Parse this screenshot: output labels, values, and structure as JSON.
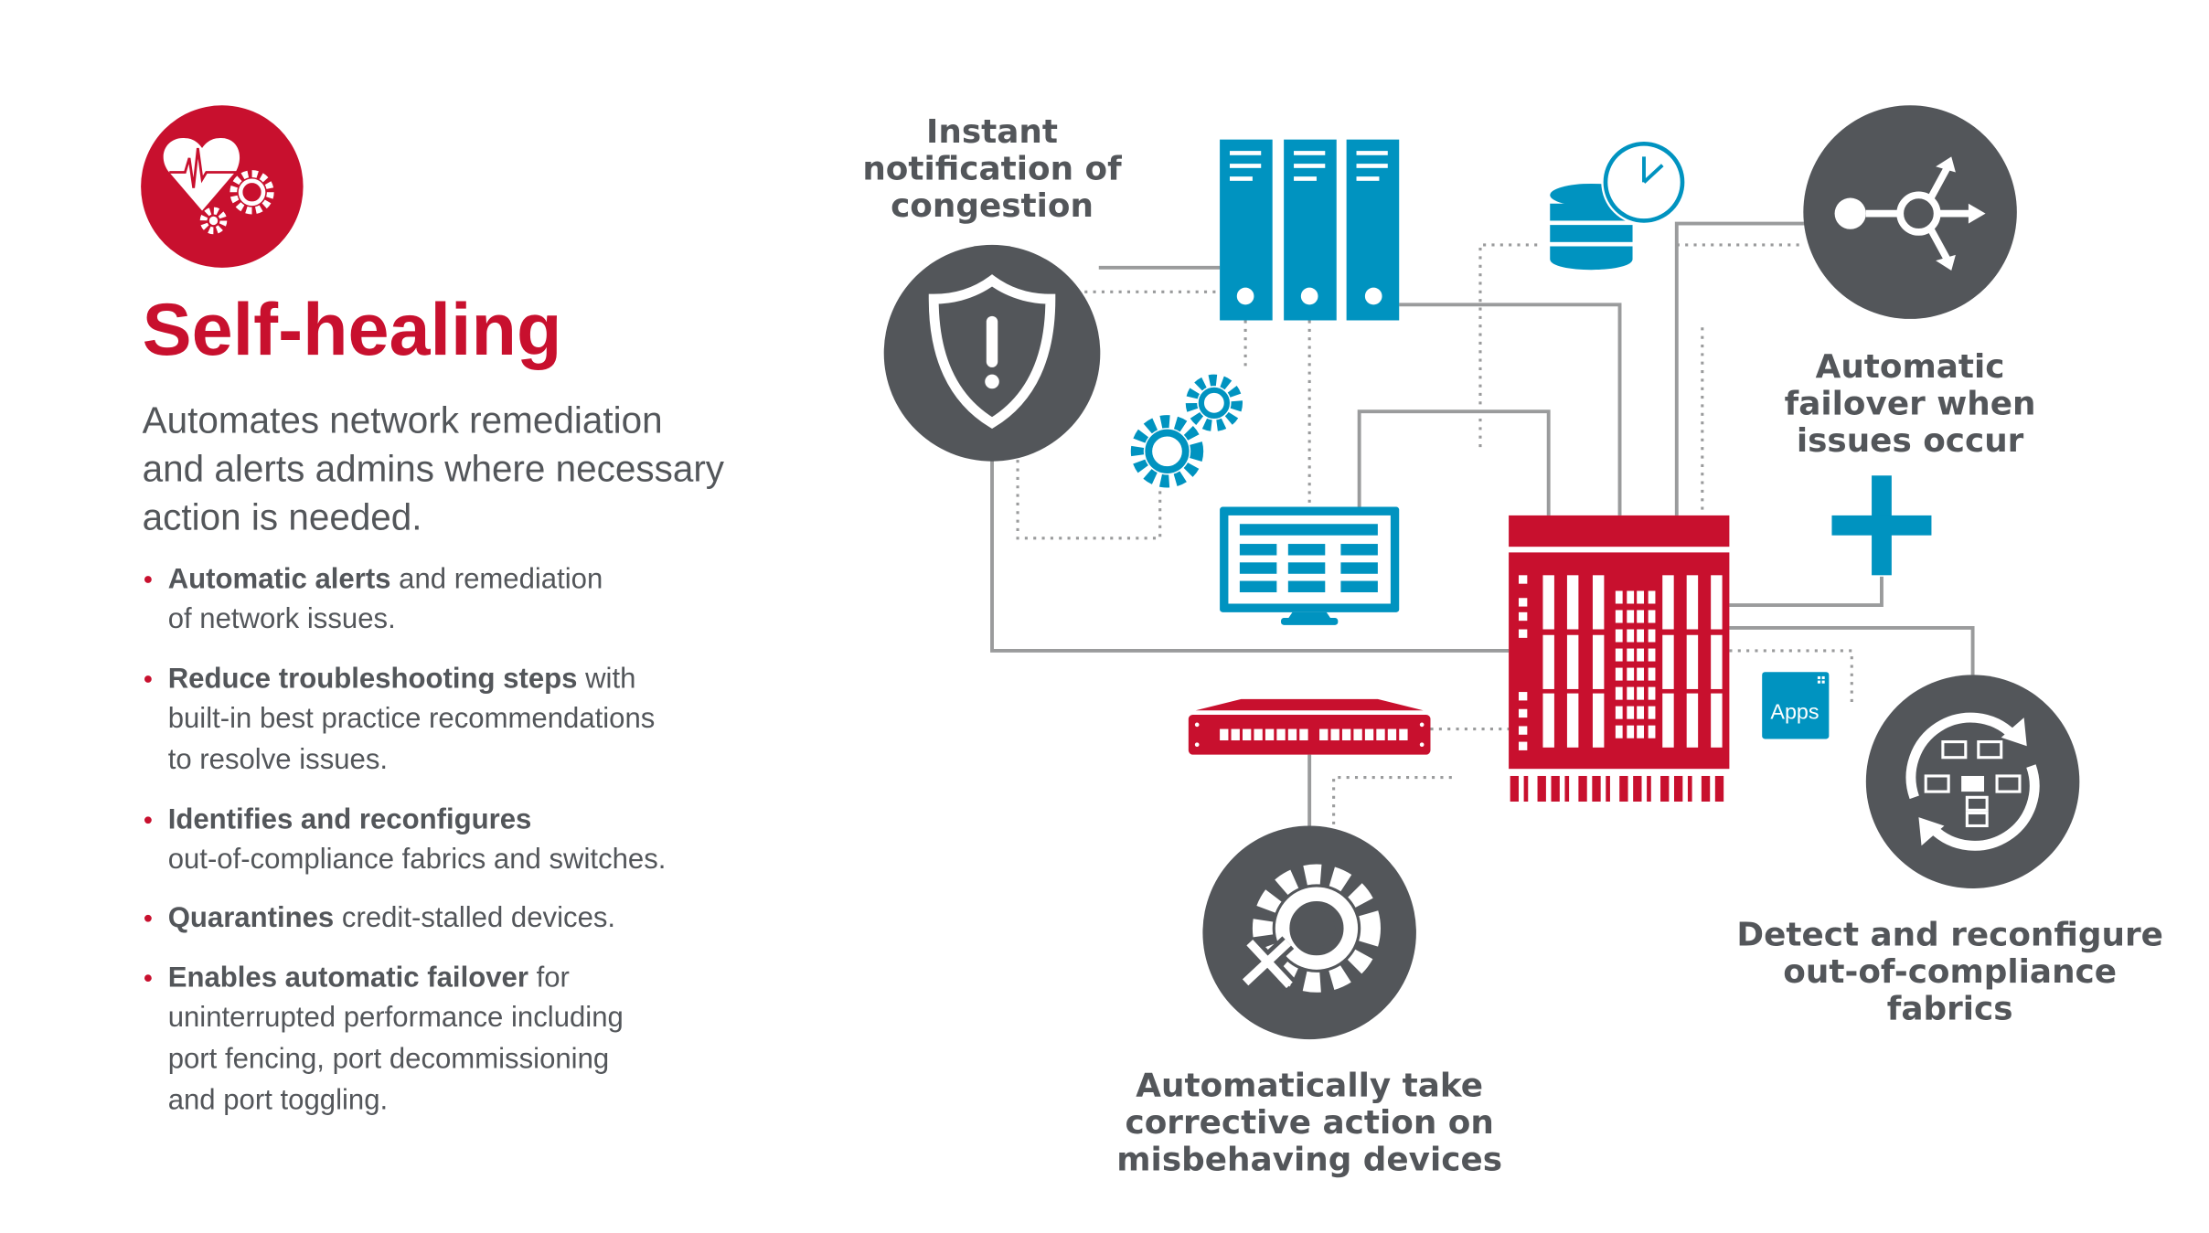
{
  "colors": {
    "red": "#c8102e",
    "blue": "#0093c0",
    "dark": "#53565a",
    "line": "#9a9b9c"
  },
  "header": {
    "icon": "heart-gears-icon",
    "title": "Self-healing",
    "intro_lines": [
      "Automates network remediation",
      "and alerts admins where necessary",
      "action is needed."
    ]
  },
  "bullets": [
    {
      "bold": "Automatic alerts",
      "rest": " and remediation",
      "more": [
        "of network issues."
      ]
    },
    {
      "bold": "Reduce troubleshooting steps",
      "rest": " with",
      "more": [
        "built-in best practice recommendations",
        "to resolve issues."
      ]
    },
    {
      "bold": "Identifies and reconfigures",
      "rest": "",
      "more": [
        "out-of-compliance fabrics and switches."
      ]
    },
    {
      "bold": "Quarantines",
      "rest": " credit-stalled devices.",
      "more": []
    },
    {
      "bold": "Enables automatic failover",
      "rest": " for",
      "more": [
        "uninterrupted performance including",
        "port fencing, port decommissioning",
        "and port toggling."
      ]
    }
  ],
  "diagram": {
    "notification": {
      "icon": "shield-alert-icon",
      "lines": [
        "Instant",
        "notification of",
        "congestion"
      ]
    },
    "failover": {
      "icon": "failover-arrows-icon",
      "lines": [
        "Automatic",
        "failover when",
        "issues occur"
      ]
    },
    "compliance": {
      "icon": "reconfigure-cycle-icon",
      "lines": [
        "Detect and reconfigure",
        "out-of-compliance",
        "fabrics"
      ]
    },
    "corrective": {
      "icon": "gear-tools-icon",
      "lines": [
        "Automatically take",
        "corrective action on",
        "misbehaving devices"
      ]
    },
    "apps_label": "Apps"
  }
}
